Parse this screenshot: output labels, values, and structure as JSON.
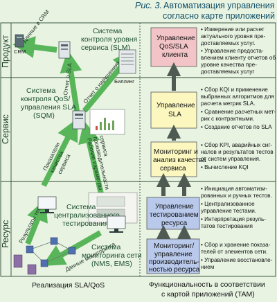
{
  "figure": {
    "label": "Рис. 3.",
    "title_line1": "Автоматизация управления SLA",
    "title_line2": "согласно карте приложений"
  },
  "lanes": [
    "Продукт",
    "Сервис",
    "Ресурс"
  ],
  "systems": {
    "slm": [
      "Система",
      "контроля уровня",
      "сервиса (SLM)"
    ],
    "sqm": [
      "Система",
      "контроля QoS/",
      "управления SLA",
      "(SQM)"
    ],
    "testing": [
      "Система",
      "централизованного",
      "тестирования"
    ],
    "monitoring": [
      "Система",
      "мониторинга сети",
      "(NMS, EMS)"
    ]
  },
  "nodes": {
    "crm": "CRM",
    "billing": "Биллинг"
  },
  "arrows": {
    "crm_data": "Данные в CRM",
    "sla_report": "Отчет о SLA",
    "sla_violation": "Отчет о нарушениях SLA",
    "quality_indicators": [
      "Показатели",
      "качества",
      "сервиса"
    ],
    "work_params": [
      "Рабочие параметры",
      "производительности",
      "сервиса"
    ],
    "test_results": "Результаты тестов",
    "monitoring_data": "Данные мониторинга"
  },
  "map_boxes": [
    [
      "Управление",
      "QoS/SLA",
      "клиента"
    ],
    [
      "Управление",
      "SLA"
    ],
    [
      "Мониторинг и",
      "анализ качества",
      "сервиса"
    ],
    [
      "Управление",
      "тестированием",
      "ресурса"
    ],
    [
      "Мониторинг/",
      "управление",
      "производитель-",
      "ностью ресурса"
    ]
  ],
  "descriptions": [
    [
      "• Измерение или расчет",
      "актуального уровня пре-",
      "доставляемых услуг.",
      "• Управление предоста-",
      "влением клиенту отчетов об",
      "уровне качества пре-",
      "доставляемых услуг"
    ],
    [
      "• Сбор KQI и применение",
      "выбранных алгоритмов для",
      "расчета метрик SLA.",
      "• Сравнение расчетных мет-",
      "рик с контрактными.",
      "• Создание отчетов по SLA"
    ],
    [
      "• Сбор KPI, аварийных сиг-",
      "налов и результатов тестов",
      "от систем управления.",
      "• Вычисление KQI"
    ],
    [
      "• Инициация автоматизи-",
      "рованных и ручных тестов.",
      "• Централизованное",
      "управление тестами.",
      "• Интерпретация резуль-",
      "татов тестирования"
    ],
    [
      "• Сбор и хранение показа-",
      "телей от элементов сети.",
      "• Управление восстановле-",
      "нием"
    ]
  ],
  "footer": {
    "left": "Реализация SLA/QoS",
    "right_line1": "Функциональность в соответствии",
    "right_line2": "с картой приложений (TAM)"
  },
  "colors": {
    "background": "#e8f3e2",
    "arrow_green": "#58b55a",
    "box_pink": "#f2c4c7",
    "box_yellow": "#fbf7bf",
    "box_blue": "#b9c9ec",
    "title_blue": "#0f4d66"
  }
}
